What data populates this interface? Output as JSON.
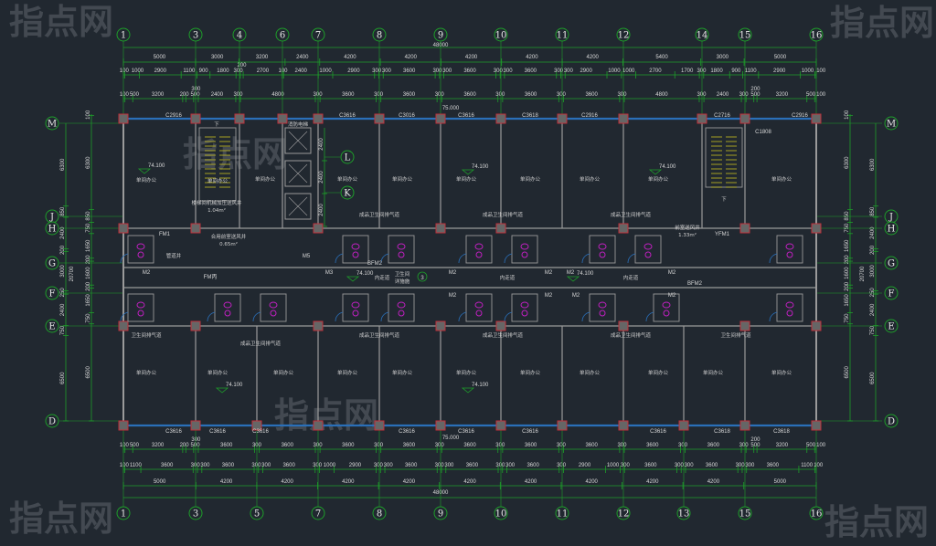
{
  "watermark": "指点网",
  "colors": {
    "background": "#212830",
    "dim": "#1e9e2a",
    "wall": "#9a9a9a",
    "window": "#2a6fb8",
    "column": "#c0303a",
    "stair": "#c8c020",
    "fixture": "#c020c0",
    "door": "#2a6fb8"
  },
  "axes": {
    "top_columns": [
      "1",
      "3",
      "4",
      "6",
      "7",
      "8",
      "9",
      "10",
      "11",
      "12",
      "14",
      "15",
      "16"
    ],
    "bottom_columns": [
      "1",
      "3",
      "5",
      "7",
      "8",
      "9",
      "10",
      "11",
      "12",
      "13",
      "15",
      "16"
    ],
    "rows": [
      "M",
      "J",
      "H",
      "G",
      "F",
      "E",
      "D"
    ],
    "inner_rows": [
      "L",
      "K"
    ]
  },
  "dimensions": {
    "total": "48000",
    "top_axis": [
      "5000",
      "3000",
      "3200",
      "2400",
      "4200",
      "4200",
      "4200",
      "4200",
      "4200",
      "5400",
      "3000",
      "5000"
    ],
    "top_detail": [
      "100",
      "1000",
      "2900",
      "1100",
      "900",
      "1800",
      "300",
      "200",
      "2700",
      "100",
      "2400",
      "1000",
      "2900",
      "300",
      "300",
      "3600",
      "300",
      "300",
      "3600",
      "300",
      "300",
      "3600",
      "300",
      "300",
      "2900",
      "1000",
      "1000",
      "2700",
      "1700",
      "300",
      "1800",
      "900",
      "1100",
      "2900",
      "1000",
      "100"
    ],
    "top_wall": [
      "100",
      "500",
      "3200",
      "200",
      "500",
      "300",
      "2400",
      "300",
      "4800",
      "300",
      "3600",
      "300",
      "3600",
      "300",
      "3600",
      "300",
      "3600",
      "300",
      "3600",
      "300",
      "4800",
      "300",
      "2400",
      "300",
      "500",
      "200",
      "3200",
      "500",
      "100"
    ],
    "bottom_wall": [
      "100",
      "500",
      "3200",
      "200",
      "500",
      "300",
      "3600",
      "300",
      "3600",
      "300",
      "3600",
      "300",
      "3600",
      "300",
      "3600",
      "300",
      "3600",
      "300",
      "3600",
      "300",
      "3600",
      "300",
      "3600",
      "300",
      "500",
      "200",
      "3200",
      "500",
      "100"
    ],
    "bottom_detail": [
      "100",
      "1100",
      "3600",
      "300",
      "300",
      "3600",
      "300",
      "300",
      "3600",
      "300",
      "1000",
      "2900",
      "300",
      "300",
      "3600",
      "300",
      "300",
      "3600",
      "300",
      "300",
      "3600",
      "300",
      "2900",
      "1000",
      "300",
      "3600",
      "300",
      "300",
      "3600",
      "300",
      "300",
      "3600",
      "1100",
      "100"
    ],
    "bottom_axis": [
      "5000",
      "4200",
      "4200",
      "4200",
      "4200",
      "4200",
      "4200",
      "4200",
      "4200",
      "4200",
      "5000"
    ],
    "left_outer": [
      "6300",
      "850",
      "2400",
      "200",
      "3000",
      "250",
      "2400",
      "750",
      "6500"
    ],
    "left_inner": [
      "100",
      "6300",
      "850",
      "750",
      "1650",
      "200",
      "1600",
      "200",
      "1650",
      "750",
      "6500"
    ],
    "left_total": "20700",
    "core_vertical": [
      "2400",
      "2400",
      "2400"
    ]
  },
  "labels": {
    "office": "单间办公",
    "elevation": "74.100",
    "elevation_floor": "75.000",
    "toilet_vent": "卫生间排气道",
    "toilet_vent_alt": "成品卫生间排气道",
    "stair_vent": "楼梯间机械加压送风井",
    "stair_vent_area": "1.04m²",
    "front_room_vent": "合用前室送风井",
    "front_room_vent_area": "0.65m²",
    "front_room_vent2": "前室送风井",
    "front_room_vent2_area": "1.33m²",
    "corridor": "内走道",
    "toilet": "卫生间",
    "toilet_plan": "详施施",
    "shaft": "管道井",
    "elevator_hall": "消防电梯",
    "down": "下",
    "section_mark": "3",
    "windows": [
      "C2916",
      "C3616",
      "C3016",
      "C3616",
      "C3618",
      "C2916",
      "C2716",
      "C1808",
      "C2916"
    ],
    "windows_bottom": [
      "C3616",
      "C3616",
      "C3616",
      "C3616",
      "C3616",
      "C3616",
      "C3616",
      "C3618",
      "C3618"
    ],
    "doors": [
      "M2",
      "M3",
      "BFM2",
      "FM1",
      "M5",
      "YFM1",
      "FM丙"
    ]
  }
}
